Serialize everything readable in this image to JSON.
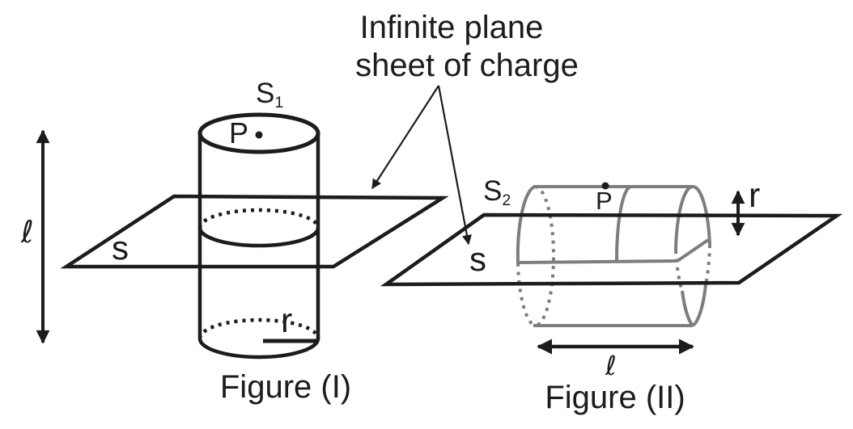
{
  "colors": {
    "ink": "#1d1b1c",
    "gray": "#7d7d7d",
    "background": "#ffffff"
  },
  "annotation": {
    "line1": "Infinite plane",
    "line2": "sheet of charge"
  },
  "figure1": {
    "caption": "Figure (I)",
    "surface_label_base": "S",
    "surface_label_sub": "1",
    "point_label": "P",
    "sheet_label": "s",
    "radius_label": "r",
    "length_label": "ℓ"
  },
  "figure2": {
    "caption": "Figure (II)",
    "surface_label_base": "S",
    "surface_label_sub": "2",
    "point_label": "P",
    "sheet_label": "s",
    "radius_label": "r",
    "length_label": "ℓ"
  }
}
